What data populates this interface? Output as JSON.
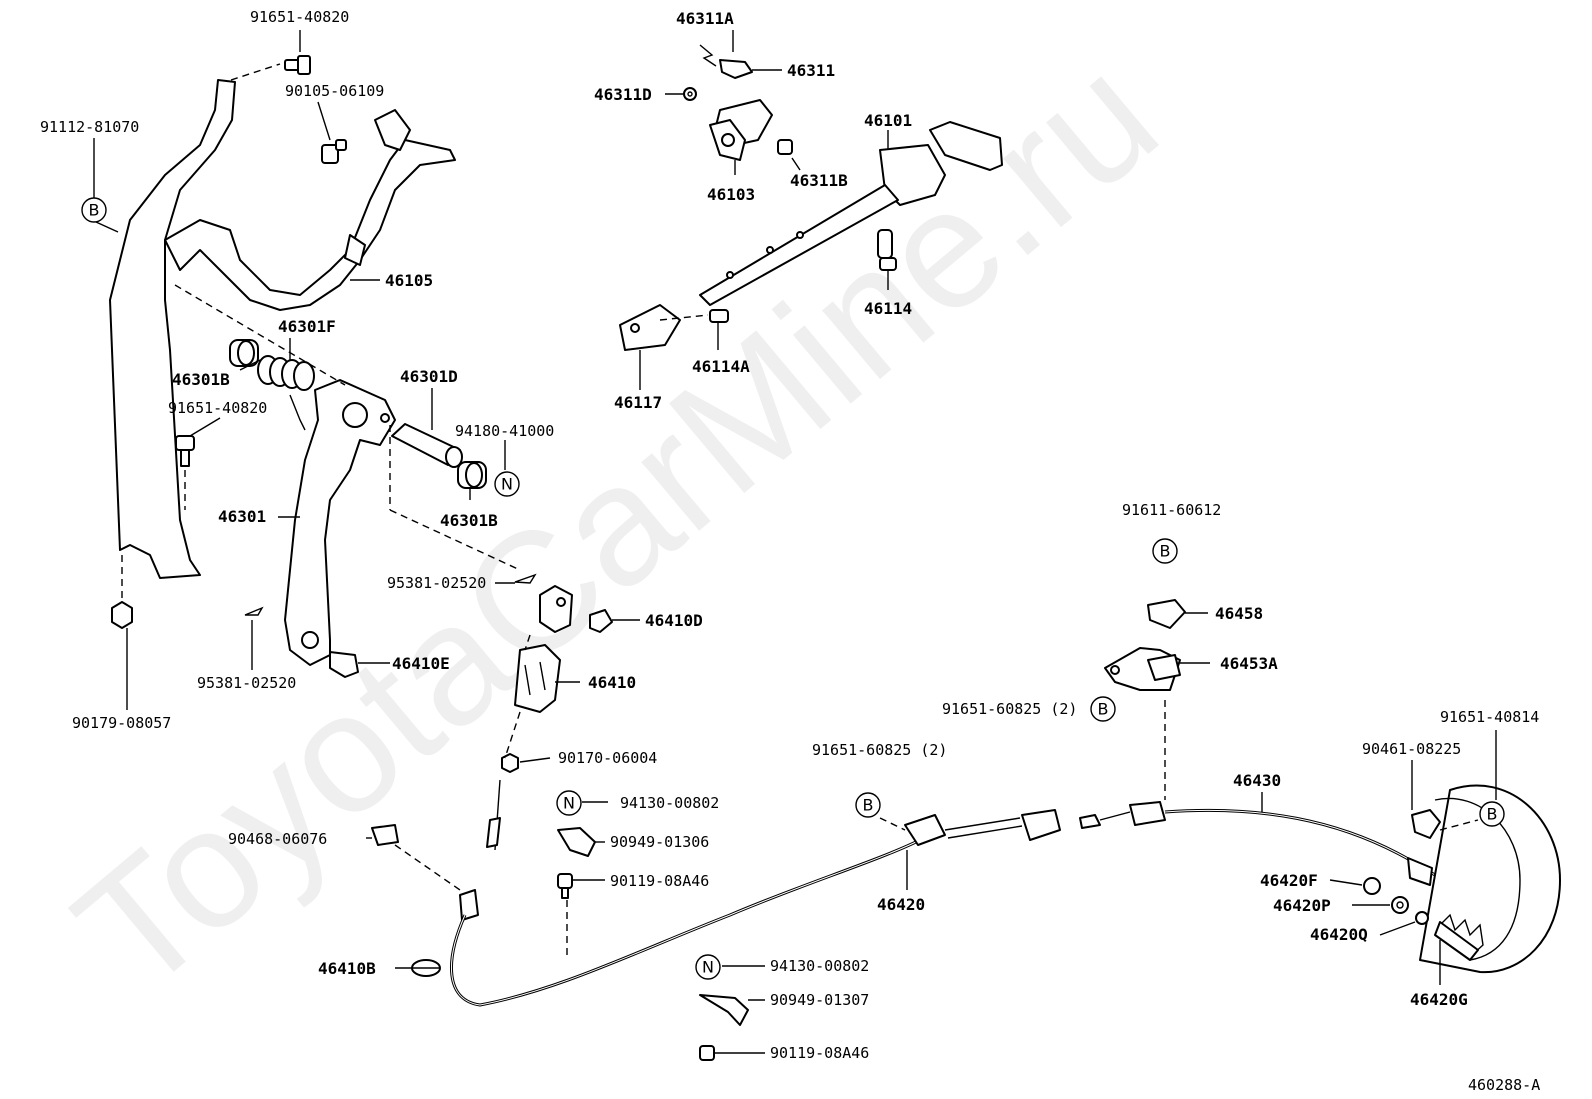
{
  "watermark": "ToyotaCarMine.ru",
  "diagram_code": "460288-A",
  "symbols": {
    "b": "B",
    "n": "N"
  },
  "labels": {
    "p91651_40820_top": "91651-40820",
    "p90105_06109": "90105-06109",
    "p91112_81070": "91112-81070",
    "p46105": "46105",
    "p46301F": "46301F",
    "p46301B_left": "46301B",
    "p91651_40820_mid": "91651-40820",
    "p46301D": "46301D",
    "p94180_41000": "94180-41000",
    "p46301B_right": "46301B",
    "p46301": "46301",
    "p95381_02520_right": "95381-02520",
    "p95381_02520_left": "95381-02520",
    "p90179_08057": "90179-08057",
    "p46410D": "46410D",
    "p46410E": "46410E",
    "p46410": "46410",
    "p90170_06004": "90170-06004",
    "p94130_00802_a": "94130-00802",
    "p90949_01306": "90949-01306",
    "p90119_08A46_a": "90119-08A46",
    "p90468_06076": "90468-06076",
    "p46410B": "46410B",
    "p94130_00802_b": "94130-00802",
    "p90949_01307": "90949-01307",
    "p90119_08A46_b": "90119-08A46",
    "p46311A": "46311A",
    "p46311": "46311",
    "p46311D": "46311D",
    "p46103": "46103",
    "p46311B": "46311B",
    "p46101": "46101",
    "p46114": "46114",
    "p46114A": "46114A",
    "p46117": "46117",
    "p91611_60612": "91611-60612",
    "p46458": "46458",
    "p46453A": "46453A",
    "p91651_60825_right": "91651-60825 (2)",
    "p91651_60825_mid": "91651-60825 (2)",
    "p46420": "46420",
    "p46430": "46430",
    "p91651_40814": "91651-40814",
    "p90461_08225": "90461-08225",
    "p46420F": "46420F",
    "p46420P": "46420P",
    "p46420Q": "46420Q",
    "p46420G": "46420G"
  }
}
